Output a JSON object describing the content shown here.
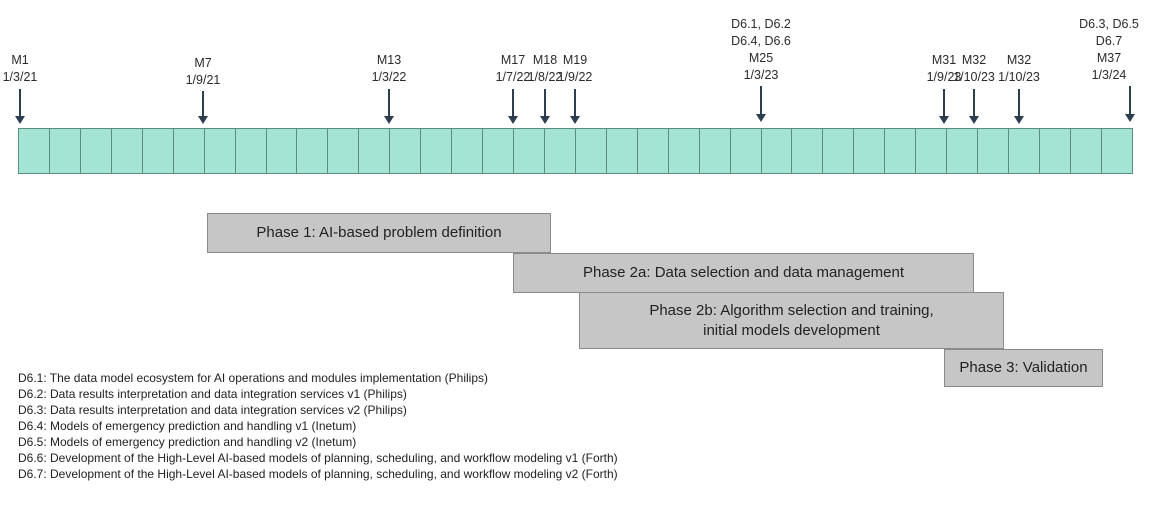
{
  "milestones": [
    {
      "label": "M1",
      "date": "1/3/21",
      "deliverables": ""
    },
    {
      "label": "M7",
      "date": "1/9/21",
      "deliverables": ""
    },
    {
      "label": "M13",
      "date": "1/3/22",
      "deliverables": ""
    },
    {
      "label": "M17",
      "date": "1/7/22",
      "deliverables": ""
    },
    {
      "label": "M18",
      "date": "1/8/22",
      "deliverables": ""
    },
    {
      "label": "M19",
      "date": "1/9/22",
      "deliverables": ""
    },
    {
      "label": "M25",
      "date": "1/3/23",
      "deliverables": "D6.1, D6.2\nD6.4, D6.6"
    },
    {
      "label": "M31",
      "date": "1/9/23",
      "deliverables": ""
    },
    {
      "label": "M32",
      "date": "1/10/23",
      "deliverables": ""
    },
    {
      "label": "M32",
      "date": "1/10/23",
      "deliverables": ""
    },
    {
      "label": "M37",
      "date": "1/3/24",
      "deliverables": "D6.3, D6.5\nD6.7"
    }
  ],
  "month_cells": 36,
  "phases": [
    {
      "name": "Phase 1: AI-based problem definition"
    },
    {
      "name": "Phase 2a: Data selection and data management"
    },
    {
      "name": "Phase 2b: Algorithm selection and training,\ninitial models development"
    },
    {
      "name": "Phase 3: Validation"
    }
  ],
  "legend": [
    "D6.1: The data model ecosystem for AI operations and modules implementation (Philips)",
    "D6.2: Data results interpretation and data integration services v1 (Philips)",
    "D6.3: Data results interpretation and data integration services v2 (Philips)",
    "D6.4: Models of emergency prediction and handling v1 (Inetum)",
    "D6.5: Models of emergency prediction and handling v2 (Inetum)",
    "D6.6: Development of the High-Level AI-based models of planning, scheduling, and workflow modeling v1 (Forth)",
    "D6.7: Development of the High-Level AI-based models of planning, scheduling, and workflow modeling v2 (Forth)"
  ],
  "colors": {
    "cell_fill": "#a4e4d4",
    "phase_fill": "#c6c6c6",
    "arrow": "#2c3e50"
  }
}
